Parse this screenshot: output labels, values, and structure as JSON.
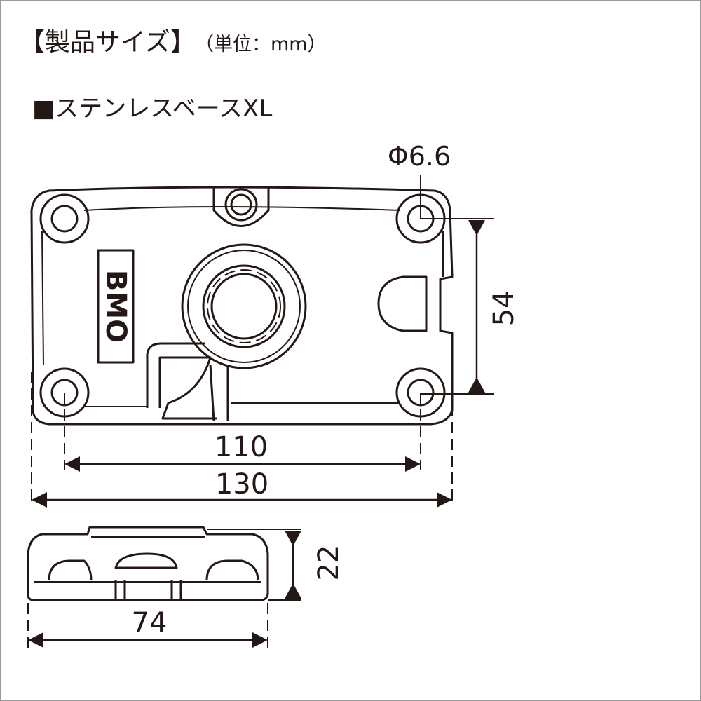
{
  "header": {
    "title": "【製品サイズ】",
    "unit": "（単位：mm）"
  },
  "product": {
    "name": "■ステンレスベースXL"
  },
  "drawing": {
    "logo": "BMO",
    "line_color": "#231815",
    "dimensions": {
      "hole_diameter": "Φ6.6",
      "hole_pitch_vertical": "54",
      "hole_pitch_horizontal": "110",
      "overall_length": "130",
      "height": "22",
      "overall_width": "74"
    }
  }
}
